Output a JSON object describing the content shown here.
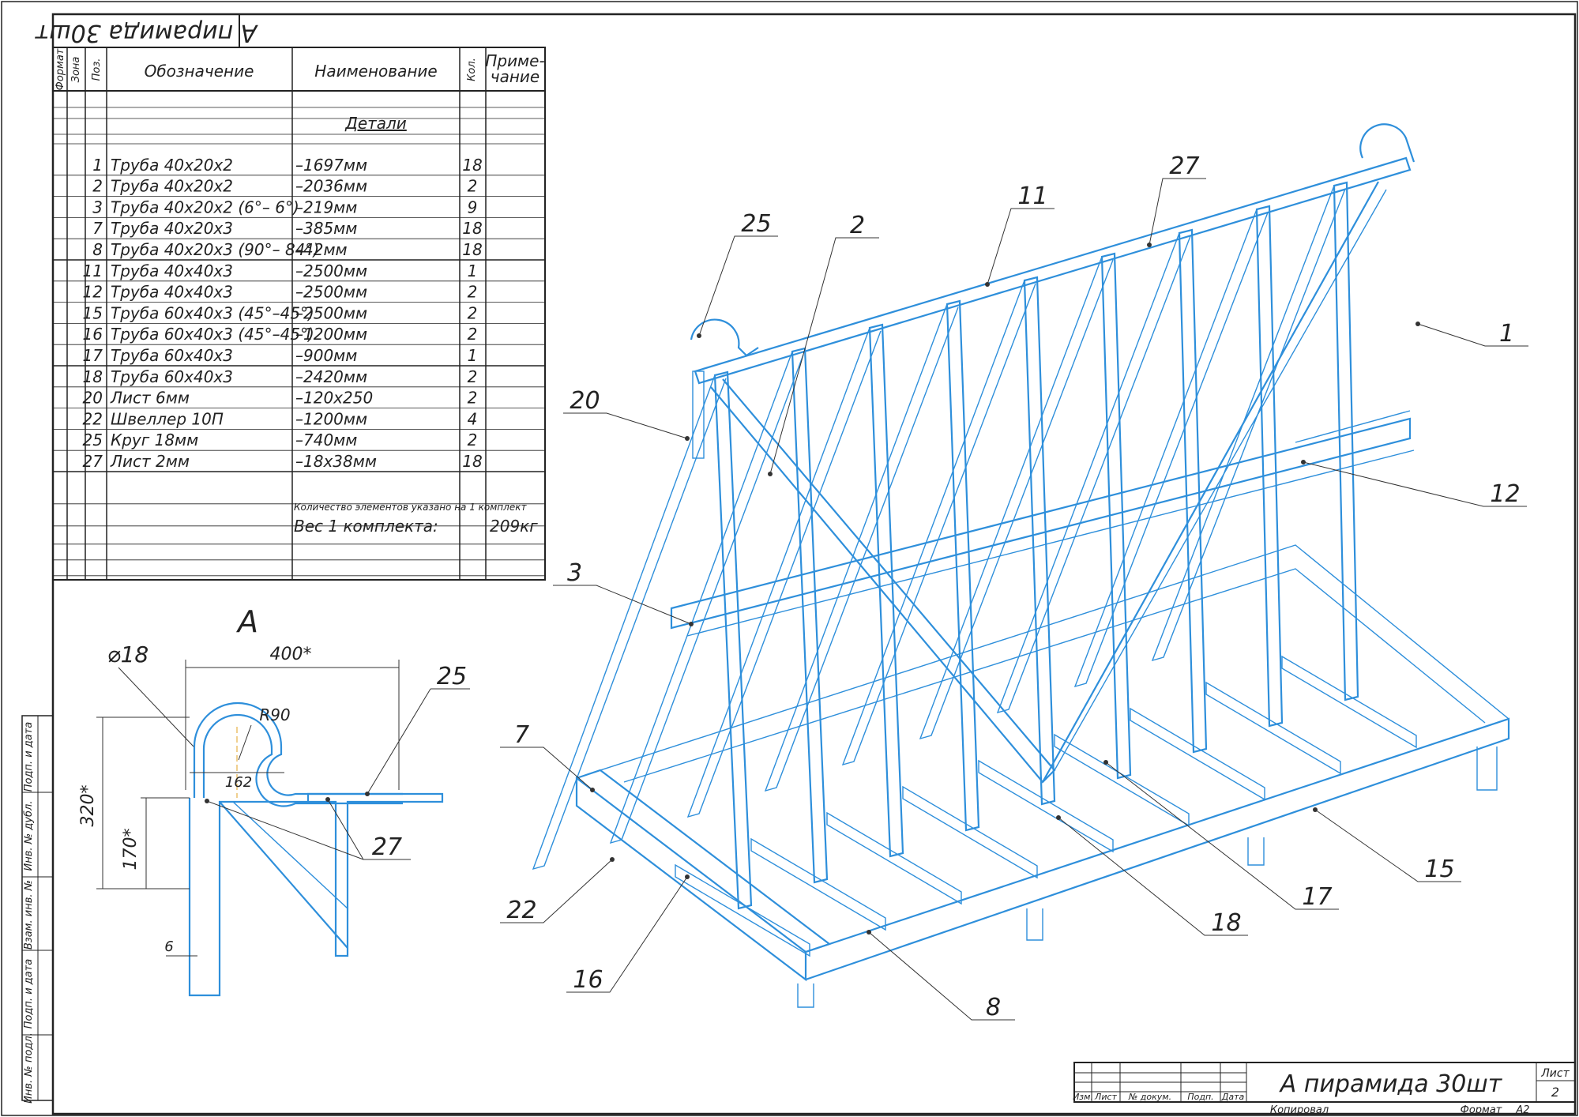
{
  "title_block": {
    "top_stamp": "А пирамида   30шт",
    "drawing_name": "А пирамида   30шт",
    "sheet_label": "Лист",
    "sheet_number": "2",
    "rev_cols": [
      "Изм.",
      "Лист",
      "№ докум.",
      "Подп.",
      "Дата"
    ],
    "copied_label": "Копировал",
    "format_label": "Формат",
    "format_value": "А2"
  },
  "side_stamp": [
    "Инв. № подл.",
    "Подп. и дата",
    "Взам. инв. №",
    "Инв. № дубл.",
    "Подп. и дата"
  ],
  "spec_table": {
    "headers": {
      "format": "Формат",
      "zone": "Зона",
      "pos": "Поз.",
      "designation": "Обозначение",
      "name": "Наименование",
      "qty": "Кол.",
      "note": "Приме-\nчание"
    },
    "note_line1": "Приме-",
    "note_line2": "чание",
    "section": "Детали",
    "rows": [
      {
        "pos": "1",
        "designation": "Труба 40х20х2",
        "name": "–1697мм",
        "qty": "18"
      },
      {
        "pos": "2",
        "designation": "Труба 40х20х2",
        "name": "–2036мм",
        "qty": "2"
      },
      {
        "pos": "3",
        "designation": "Труба 40х20х2 (6°– 6°)",
        "name": "–219мм",
        "qty": "9"
      },
      {
        "pos": "7",
        "designation": "Труба 40х20х3",
        "name": "–385мм",
        "qty": "18"
      },
      {
        "pos": "8",
        "designation": "Труба 40х20х3 (90°– 84°)",
        "name": "–42мм",
        "qty": "18"
      },
      {
        "pos": "11",
        "designation": "Труба 40х40х3",
        "name": "–2500мм",
        "qty": "1"
      },
      {
        "pos": "12",
        "designation": "Труба 40х40х3",
        "name": "–2500мм",
        "qty": "2"
      },
      {
        "pos": "15",
        "designation": "Труба 60х40х3 (45°–45°)",
        "name": "–2500мм",
        "qty": "2"
      },
      {
        "pos": "16",
        "designation": "Труба 60х40х3 (45°–45°)",
        "name": "–1200мм",
        "qty": "2"
      },
      {
        "pos": "17",
        "designation": "Труба 60х40х3",
        "name": "–900мм",
        "qty": "1"
      },
      {
        "pos": "18",
        "designation": "Труба 60х40х3",
        "name": "–2420мм",
        "qty": "2"
      },
      {
        "pos": "20",
        "designation": "Лист 6мм",
        "name": "–120х250",
        "qty": "2"
      },
      {
        "pos": "22",
        "designation": "Швеллер 10П",
        "name": "–1200мм",
        "qty": "4"
      },
      {
        "pos": "25",
        "designation": "Круг 18мм",
        "name": "–740мм",
        "qty": "2"
      },
      {
        "pos": "27",
        "designation": "Лист 2мм",
        "name": "–18х38мм",
        "qty": "18"
      }
    ],
    "count_note": "Количество элементов указано на 1 комплект",
    "weight_label": "Вес 1 комплекта:",
    "weight_value": "209кг"
  },
  "detail_view": {
    "title": "А",
    "dims": {
      "diameter": "⌀18",
      "width": "400*",
      "radius": "R90",
      "inner": "162",
      "height": "320*",
      "lower": "170*",
      "thickness": "6"
    },
    "callouts": [
      "25",
      "27"
    ]
  },
  "main_view": {
    "callouts": [
      "1",
      "2",
      "3",
      "7",
      "8",
      "11",
      "12",
      "15",
      "16",
      "17",
      "18",
      "20",
      "22",
      "25",
      "27"
    ]
  },
  "colors": {
    "line": "#2e8fdb",
    "ink": "#222222"
  }
}
